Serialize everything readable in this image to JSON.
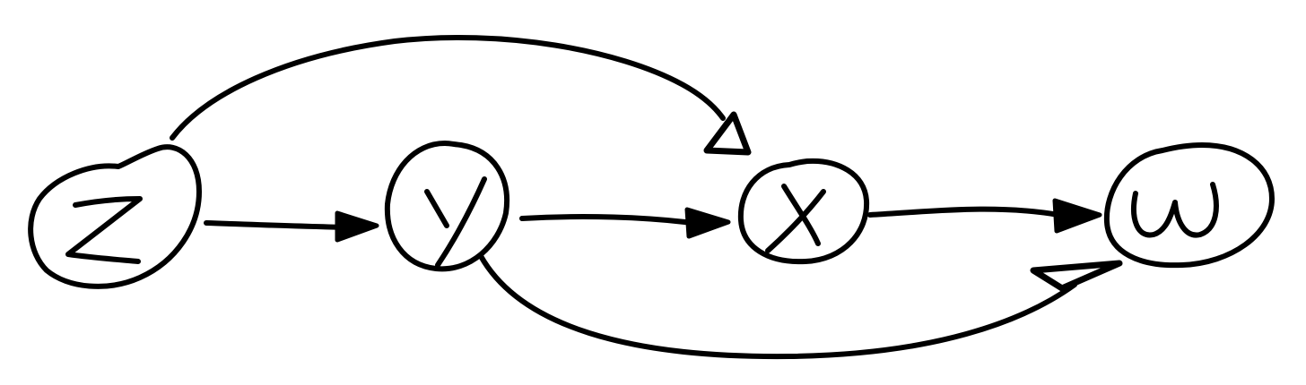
{
  "diagram": {
    "style": "hand-drawn",
    "stroke_color": "#000000",
    "background_color": "#ffffff",
    "nodes": [
      {
        "id": "Z",
        "letter": "Z"
      },
      {
        "id": "Y",
        "letter": "Y"
      },
      {
        "id": "X",
        "letter": "X"
      },
      {
        "id": "W",
        "letter": "W"
      }
    ],
    "edges": [
      {
        "from": "Z",
        "to": "Y",
        "shape": "straight"
      },
      {
        "from": "Y",
        "to": "X",
        "shape": "straight"
      },
      {
        "from": "X",
        "to": "W",
        "shape": "straight"
      },
      {
        "from": "Z",
        "to": "X",
        "shape": "curved-over"
      },
      {
        "from": "Y",
        "to": "W",
        "shape": "curved-under"
      }
    ]
  }
}
